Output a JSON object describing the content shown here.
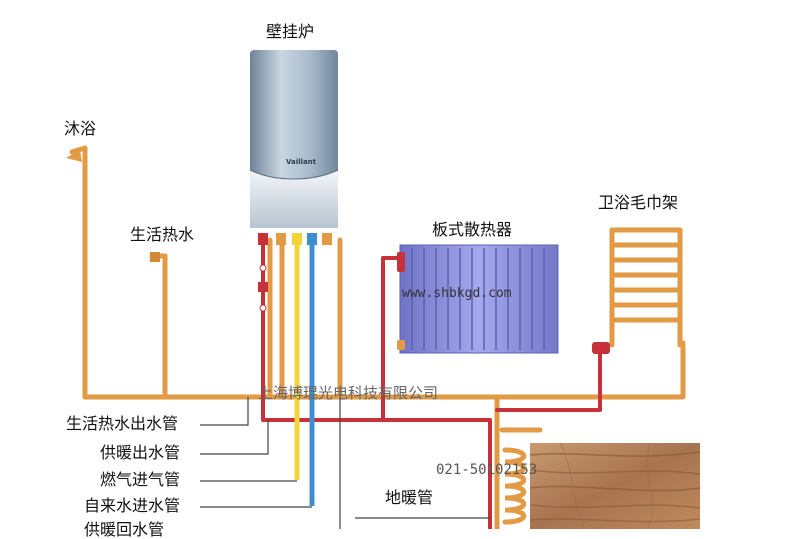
{
  "labels": {
    "boiler": "壁挂炉",
    "shower": "沐浴",
    "hot_water": "生活热水",
    "radiator": "板式散热器",
    "towel_rack": "卫浴毛巾架",
    "floor_heating": "地暖管"
  },
  "pipe_legend": [
    "生活热水出水管",
    "供暖出水管",
    "燃气进气管",
    "自来水进水管",
    "供暖回水管"
  ],
  "boiler_brand": "Vaillant",
  "watermarks": {
    "url": "www.shbkgd.com",
    "company": "上海博琨光电科技有限公司",
    "phone": "021-50102153"
  },
  "colors": {
    "hot_pipe": "#e29a45",
    "heating_pipe": "#c7323a",
    "gas_pipe": "#f2d43a",
    "cold_pipe": "#3d8fd0",
    "boiler_body": "#8ea3b8",
    "radiator": "#8b8fdc",
    "wood_floor": "#b5825a"
  }
}
